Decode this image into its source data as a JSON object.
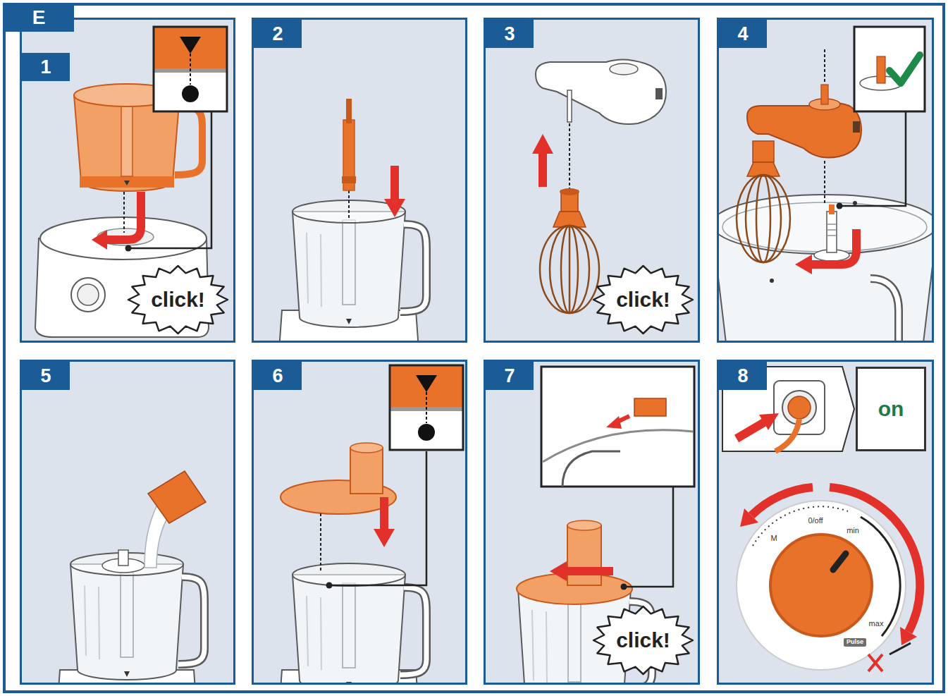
{
  "diagram": {
    "nodes": [
      {
        "text": [
          "E"
        ]
      },
      {
        "text": [
          "1"
        ],
        "in": 0
      },
      {
        "text": [
          "click!"
        ],
        "in": 1
      },
      {
        "text": [
          "2"
        ],
        "in": 0
      },
      {
        "text": [
          "3"
        ],
        "in": 0
      },
      {
        "text": [
          "click!"
        ],
        "in": 4
      },
      {
        "text": [
          "4"
        ],
        "in": 0
      },
      {
        "text": [
          "5"
        ],
        "in": 0
      },
      {
        "text": [
          "6"
        ],
        "in": 0
      },
      {
        "text": [
          "7"
        ],
        "in": 0
      },
      {
        "text": [
          "click!"
        ],
        "in": 9
      },
      {
        "text": [
          "8"
        ],
        "in": 0
      },
      {
        "text": [
          "on"
        ],
        "in": 11
      }
    ],
    "labels": [
      "M",
      "0/off",
      "min",
      "max",
      "Pulse"
    ]
  }
}
